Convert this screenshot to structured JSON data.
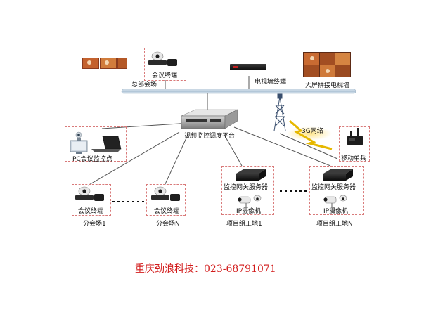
{
  "nodes": {
    "hq_terminal": "会议终端",
    "hq_site": "总部会场",
    "tv_wall_terminal": "电视墙终端",
    "big_screen": "大屏拼接电视墙",
    "platform": "视频监控调度平台",
    "network_3g": "3G网络",
    "pc_point": "PC会议监控点",
    "mobile_soldier": "移动单兵",
    "gateway_server_1": "监控网关服务器",
    "ip_camera_1": "IP摄像机",
    "site_project_1": "项目组工地1",
    "gateway_server_n": "监控网关服务器",
    "ip_camera_n": "IP摄像机",
    "site_project_n": "项目组工地N",
    "branch1_terminal": "会议终端",
    "branch1_site": "分会场1",
    "branchn_terminal": "会议终端",
    "branchn_site": "分会场N"
  },
  "footer": {
    "company": "重庆劲浪科技：023-68791071"
  },
  "colors": {
    "dashed_border": "#d97a7a",
    "backbone": "#b8ccdc",
    "footer_text": "#d21b1b",
    "link_line": "#555555"
  },
  "icons": [
    "conference-terminal-icon",
    "tv-wall-monitor-icon",
    "big-screen-icon",
    "switch-icon",
    "tower-icon",
    "laptop-icon",
    "pc-camera-icon",
    "walkie-talkie-icon",
    "gateway-server-icon",
    "ip-camera-icon"
  ]
}
